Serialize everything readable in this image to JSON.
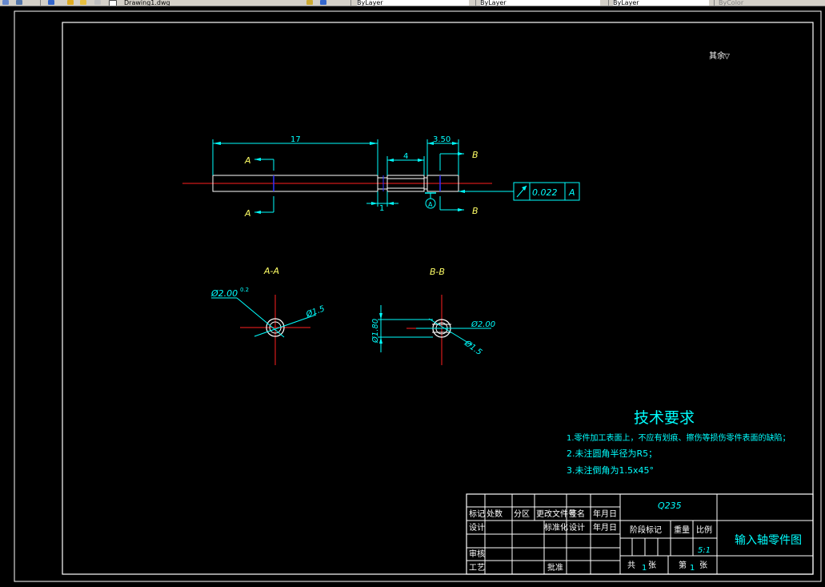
{
  "toolbar": {
    "segments": [
      "Drawing1.dwg",
      "ByLayer",
      "ByLayer",
      "ByLayer",
      "ByColor"
    ]
  },
  "drawing": {
    "surface_note": "其余",
    "surface_symbol": "▽",
    "dims": {
      "d17": "17",
      "d4": "4",
      "d350": "3.50",
      "d1": "1"
    },
    "section_marks": {
      "a_top": "A",
      "a_bottom": "A",
      "b_top": "B",
      "b_bottom": "B"
    },
    "datum_label": "A",
    "tolerance": {
      "value": "0.022",
      "datum": "A"
    },
    "section_aa": {
      "title": "A-A",
      "dia_label": "Ø2.00",
      "dia_tol": "0.2",
      "hole_label": "Ø1.5"
    },
    "section_bb": {
      "title": "B-B",
      "height_label": "Ø1.80",
      "dia_label": "Ø2.00",
      "hole_label": "Ø1.5"
    },
    "tech_req": {
      "title": "技术要求",
      "lines": [
        "1.零件加工表面上，不应有划痕、擦伤等损伤零件表面的缺陷；",
        "2.未注圆角半径为R5；",
        "3.未注倒角为1.5x45°"
      ]
    },
    "title_block": {
      "material": "Q235",
      "part_name": "输入轴零件图",
      "scale": "5:1",
      "headers": {
        "mark": "标记",
        "count": "处数",
        "zone": "分区",
        "change_doc": "更改文件号",
        "sign": "签名",
        "date": "年月日",
        "design": "设计",
        "standard": "标准化",
        "design2": "设计",
        "date2": "年月日",
        "review": "审核",
        "process": "工艺",
        "approve": "批准",
        "stage": "阶段标记",
        "weight": "重量",
        "ratio": "比例",
        "total": "共",
        "total_n": "1",
        "sheets": "张",
        "page": "第",
        "page_n": "1",
        "sheets2": "张"
      }
    }
  },
  "colors": {
    "background": "#000000",
    "frame": "#ffffff",
    "dimension": "#00ffff",
    "centerline": "#ff2020",
    "hidden": "#0000ff",
    "label": "#ffff66"
  }
}
